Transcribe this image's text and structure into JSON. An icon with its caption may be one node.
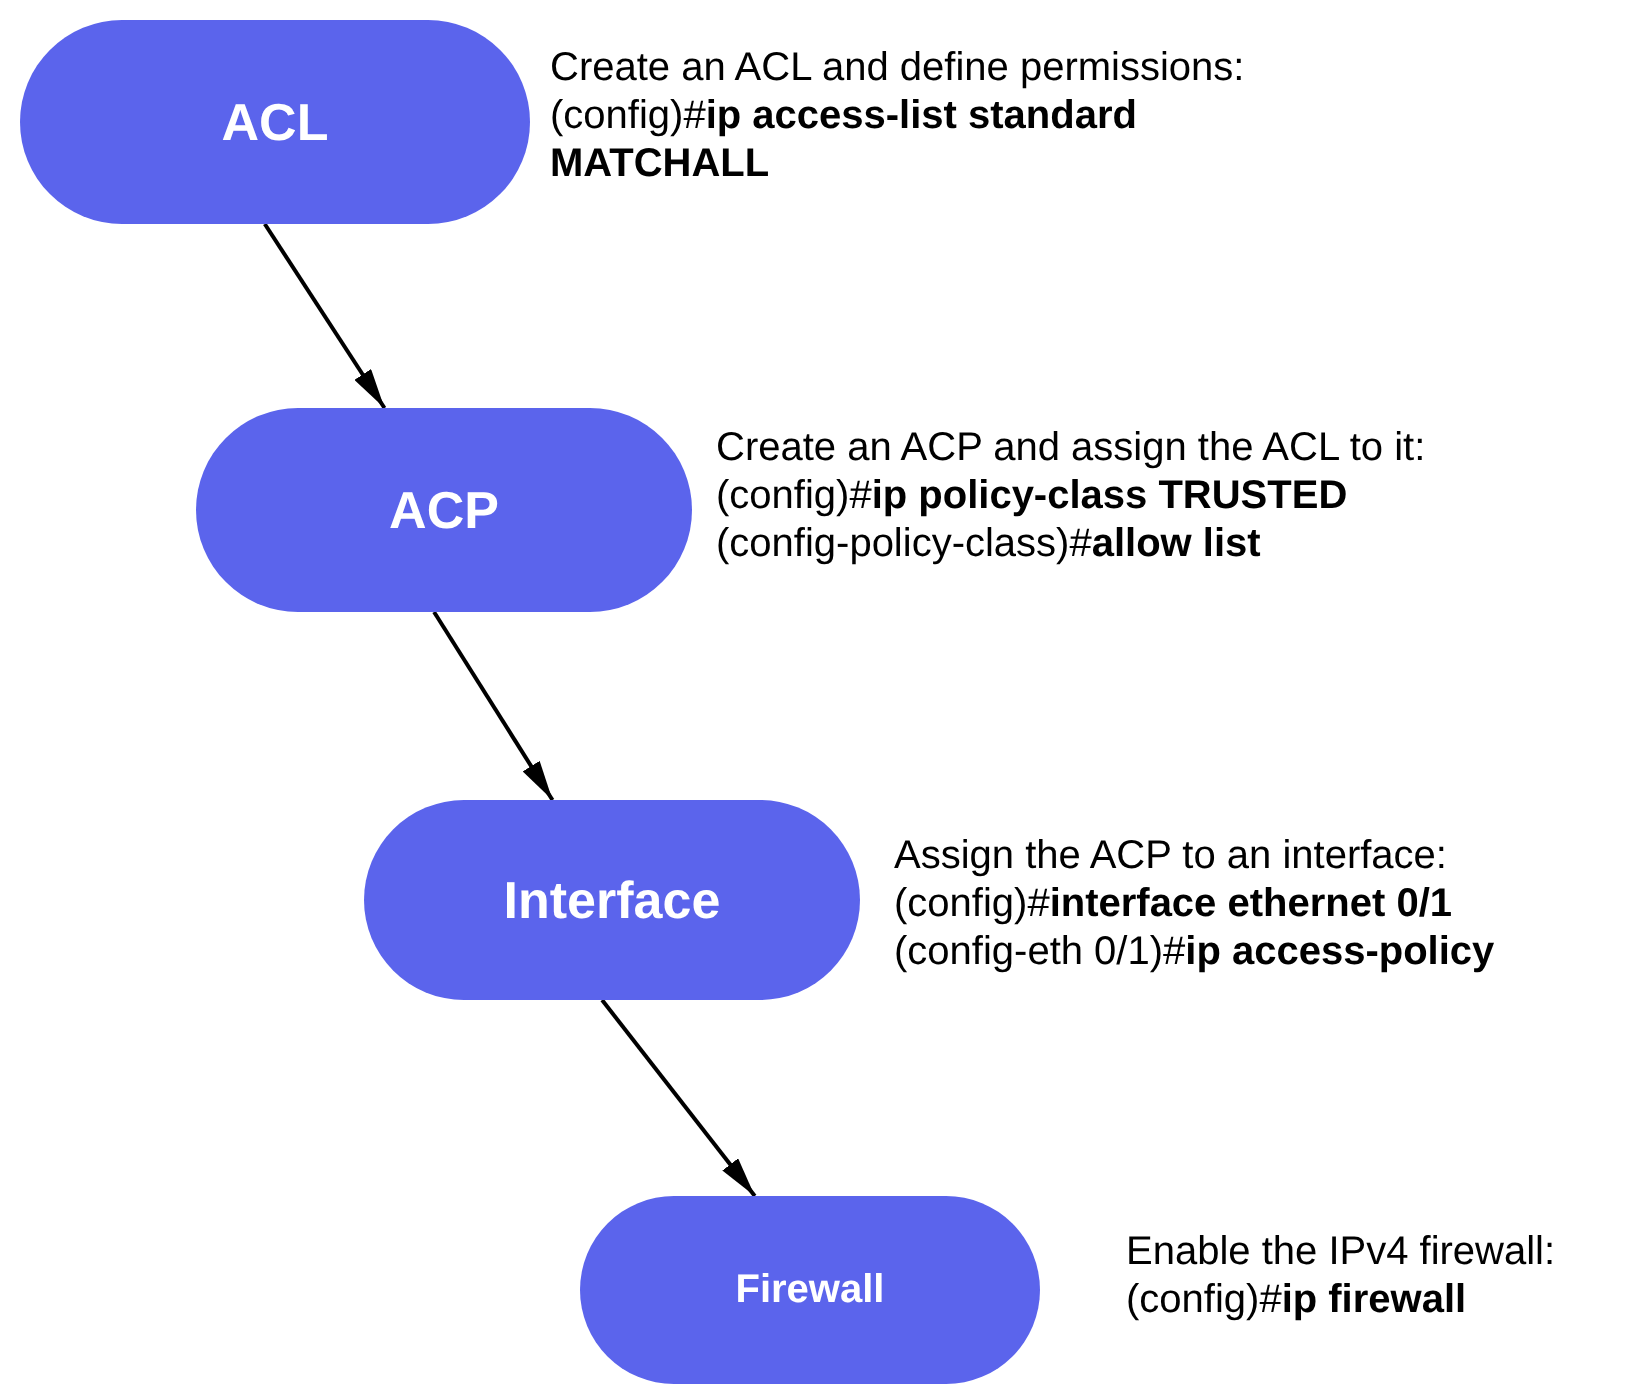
{
  "diagram": {
    "nodes": [
      {
        "text": [
          "ACL"
        ],
        "beside": [
          "Create an ACL and define permissions:",
          "(config)#**ip access-list standard MATCHALL**"
        ]
      },
      {
        "text": [
          "ACP"
        ],
        "beside": [
          "Create an ACP and assign the ACL to it:",
          "(config)#**ip policy-class TRUSTED**",
          "(config-policy-class)#**allow list**"
        ]
      },
      {
        "text": [
          "Interface"
        ],
        "beside": [
          "Assign the ACP to an interface:",
          "(config)#**interface ethernet 0/1**",
          "(config-eth 0/1)#**ip access-policy**"
        ]
      },
      {
        "text": [
          "Firewall"
        ],
        "beside": [
          "Enable the IPv4 firewall:",
          "(config)#**ip firewall**"
        ]
      }
    ],
    "edges": [
      {
        "from": 0,
        "to": 1,
        "arrow": "to"
      },
      {
        "from": 1,
        "to": 2,
        "arrow": "to"
      },
      {
        "from": 2,
        "to": 3,
        "arrow": "to"
      }
    ]
  }
}
